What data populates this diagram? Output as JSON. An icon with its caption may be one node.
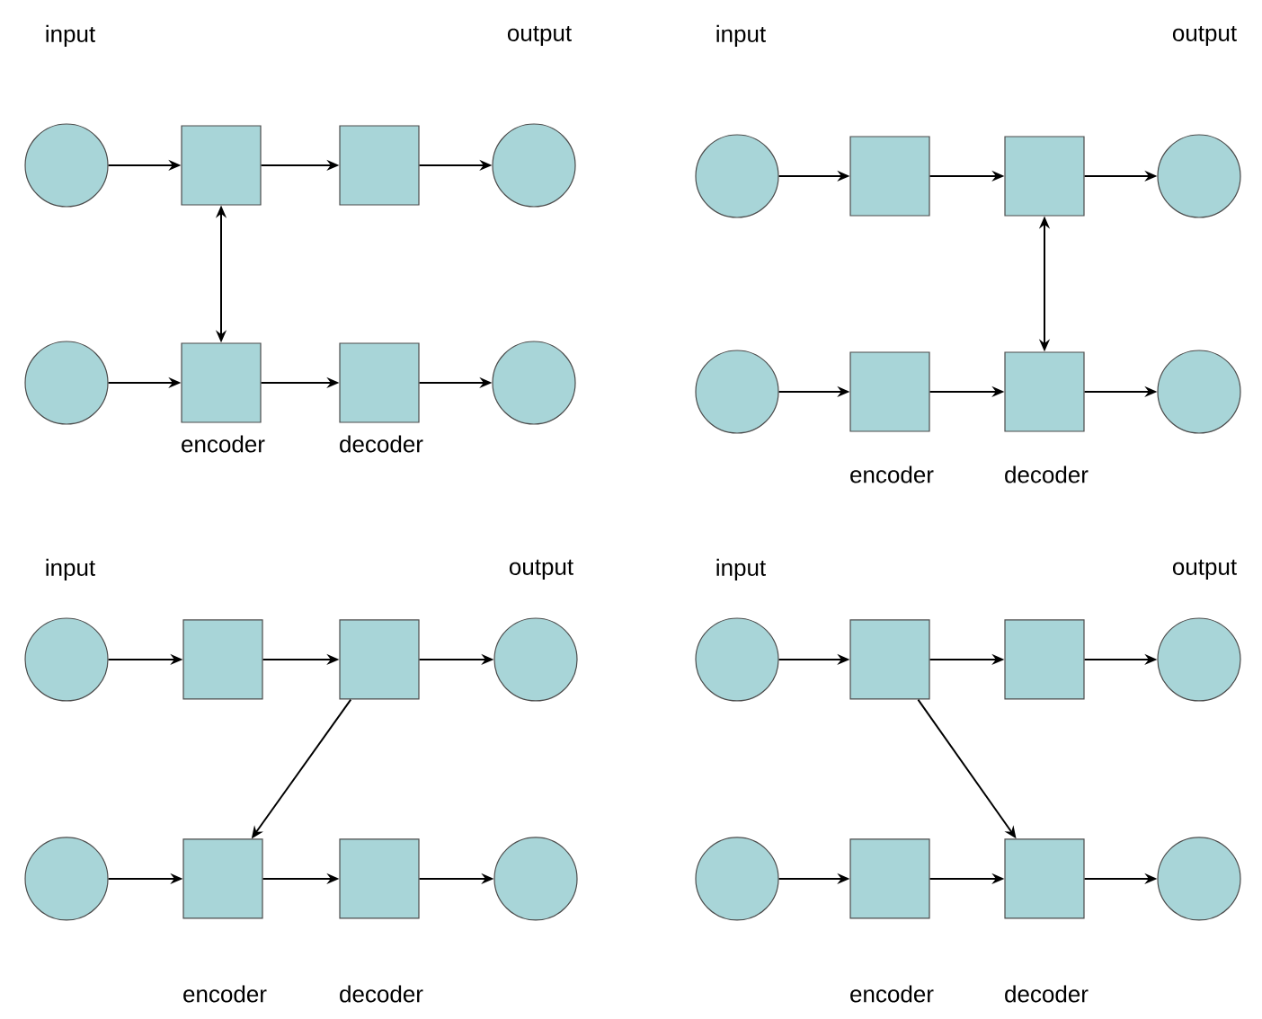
{
  "diagram": {
    "nodes": [
      {
        "text": [],
        "shape": "circle",
        "beside": [
          "input"
        ]
      },
      {
        "text": [],
        "shape": "box"
      },
      {
        "text": [],
        "shape": "box"
      },
      {
        "text": [],
        "shape": "circle",
        "beside": [
          "output"
        ]
      },
      {
        "text": [],
        "shape": "circle"
      },
      {
        "text": [],
        "shape": "box",
        "beside": [
          "encoder"
        ]
      },
      {
        "text": [],
        "shape": "box",
        "beside": [
          "decoder"
        ]
      },
      {
        "text": [],
        "shape": "circle"
      },
      {
        "text": [],
        "shape": "circle",
        "beside": [
          "input"
        ]
      },
      {
        "text": [],
        "shape": "box"
      },
      {
        "text": [],
        "shape": "box"
      },
      {
        "text": [],
        "shape": "circle",
        "beside": [
          "output"
        ]
      },
      {
        "text": [],
        "shape": "circle"
      },
      {
        "text": [],
        "shape": "box",
        "beside": [
          "encoder"
        ]
      },
      {
        "text": [],
        "shape": "box",
        "beside": [
          "decoder"
        ]
      },
      {
        "text": [],
        "shape": "circle"
      },
      {
        "text": [],
        "shape": "circle",
        "beside": [
          "input"
        ]
      },
      {
        "text": [],
        "shape": "box"
      },
      {
        "text": [],
        "shape": "box"
      },
      {
        "text": [],
        "shape": "circle",
        "beside": [
          "output"
        ]
      },
      {
        "text": [],
        "shape": "circle"
      },
      {
        "text": [],
        "shape": "box",
        "beside": [
          "encoder"
        ]
      },
      {
        "text": [],
        "shape": "box",
        "beside": [
          "decoder"
        ]
      },
      {
        "text": [],
        "shape": "circle"
      },
      {
        "text": [],
        "shape": "circle",
        "beside": [
          "input"
        ]
      },
      {
        "text": [],
        "shape": "box"
      },
      {
        "text": [],
        "shape": "box"
      },
      {
        "text": [],
        "shape": "circle",
        "beside": [
          "output"
        ]
      },
      {
        "text": [],
        "shape": "circle"
      },
      {
        "text": [],
        "shape": "box",
        "beside": [
          "encoder"
        ]
      },
      {
        "text": [],
        "shape": "box",
        "beside": [
          "decoder"
        ]
      },
      {
        "text": [],
        "shape": "circle"
      }
    ],
    "edges": [
      {
        "from": 0,
        "to": 1,
        "arrow": "to"
      },
      {
        "from": 1,
        "to": 2,
        "arrow": "to"
      },
      {
        "from": 2,
        "to": 3,
        "arrow": "to"
      },
      {
        "from": 4,
        "to": 5,
        "arrow": "to"
      },
      {
        "from": 5,
        "to": 6,
        "arrow": "to"
      },
      {
        "from": 6,
        "to": 7,
        "arrow": "to"
      },
      {
        "from": 1,
        "to": 5,
        "arrow": "both"
      },
      {
        "from": 8,
        "to": 9,
        "arrow": "to"
      },
      {
        "from": 9,
        "to": 10,
        "arrow": "to"
      },
      {
        "from": 10,
        "to": 11,
        "arrow": "to"
      },
      {
        "from": 12,
        "to": 13,
        "arrow": "to"
      },
      {
        "from": 13,
        "to": 14,
        "arrow": "to"
      },
      {
        "from": 14,
        "to": 15,
        "arrow": "to"
      },
      {
        "from": 10,
        "to": 14,
        "arrow": "both"
      },
      {
        "from": 16,
        "to": 17,
        "arrow": "to"
      },
      {
        "from": 17,
        "to": 18,
        "arrow": "to"
      },
      {
        "from": 18,
        "to": 19,
        "arrow": "to"
      },
      {
        "from": 20,
        "to": 21,
        "arrow": "to"
      },
      {
        "from": 21,
        "to": 22,
        "arrow": "to"
      },
      {
        "from": 22,
        "to": 23,
        "arrow": "to"
      },
      {
        "from": 18,
        "to": 21,
        "arrow": "to"
      },
      {
        "from": 24,
        "to": 25,
        "arrow": "to"
      },
      {
        "from": 25,
        "to": 26,
        "arrow": "to"
      },
      {
        "from": 26,
        "to": 27,
        "arrow": "to"
      },
      {
        "from": 28,
        "to": 29,
        "arrow": "to"
      },
      {
        "from": 29,
        "to": 30,
        "arrow": "to"
      },
      {
        "from": 30,
        "to": 31,
        "arrow": "to"
      },
      {
        "from": 25,
        "to": 30,
        "arrow": "to"
      }
    ]
  }
}
